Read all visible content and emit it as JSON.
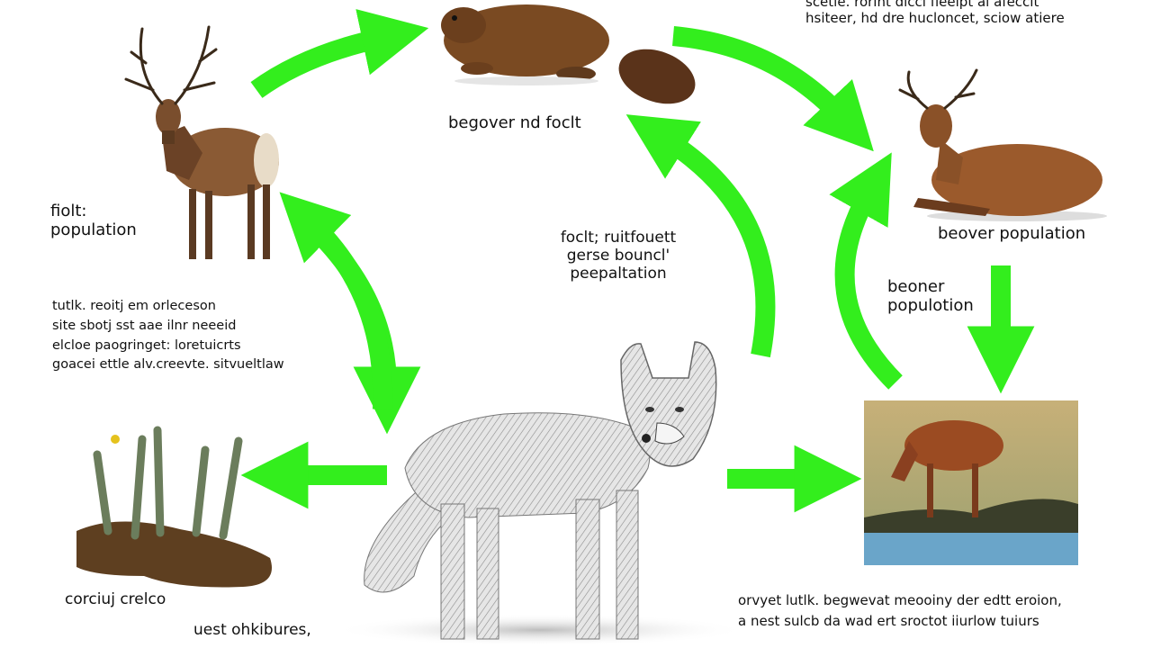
{
  "labels": {
    "top_right_caption": "scetle. rorint diccl fieeipt al afeccit\nhsiteer, hd dre hucloncet, sciow atiere",
    "beaver_caption": "begover nd foclt",
    "elk_caption": "fiolt:\npopulation",
    "center_caption": "foclt; ruitfouett\ngerse bouncl'\npeepaltation",
    "lying_deer_caption": "beover population",
    "mid_right_caption": "beoner\npopulotion",
    "left_paragraph": "tutlk. reoitj em orleceson\nsite sbotj sst aae ilnr neeeid\nelcloe paogringet: loretuicrts\ngoacei ettle alv.creevte. sitvueltlaw",
    "roots_caption": "corciuj crelco",
    "bottom_left_caption": "uest ohkibures,",
    "bottom_right_paragraph": "orvyet lutlk. begwevat meooiny der edtt eroion,\na nest sulcb da wad ert sroctot iiurlow tuiurs"
  },
  "colors": {
    "arrow": "#33ee1d",
    "water": "#6aa5c9",
    "photo_bg": "#c2a469",
    "elk_body": "#8a5a34",
    "beaver_body": "#7a4a22",
    "wolf_fur": "#c9c9c9"
  },
  "icons": [
    "elk-illustration",
    "beaver-illustration",
    "lying-deer-illustration",
    "wolf-illustration",
    "plant-roots-illustration",
    "deer-drinking-photo"
  ]
}
